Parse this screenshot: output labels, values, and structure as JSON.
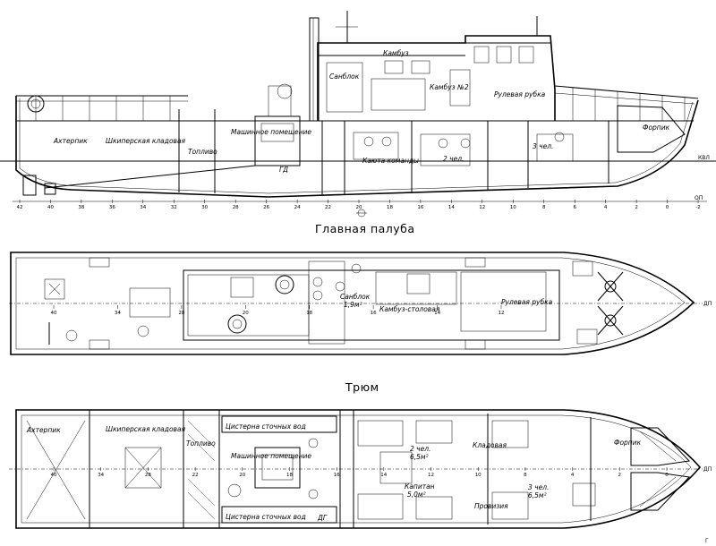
{
  "titles": {
    "main_deck": "Главная палуба",
    "hold": "Трюм"
  },
  "side_markers": {
    "kvl": "КВЛ",
    "op": "ОП",
    "dp1": "ДП",
    "dp2": "ДП",
    "g": "Г"
  },
  "profile_labels": {
    "aftpeak": "Ахтерпик",
    "skipper": "Шкиперская кладовая",
    "fuel": "Топливо",
    "engine_room": "Машинное помещение",
    "sanblok": "Санблок",
    "kombuz": "Камбуз",
    "kombuz_no2": "Камбуз №2",
    "wheelhouse": "Рулевая рубка",
    "crew_cabin": "Каюта команды",
    "two_person": "2 чел.",
    "three_person": "3 чел.",
    "forepeak": "Форпик",
    "gd": "ГД"
  },
  "deck_labels": {
    "sanblok": "Санблок",
    "sanblok_area": "1,9м²",
    "kombuz_stolovaya": "Камбуз-столовая",
    "wheelhouse": "Рулевая рубка"
  },
  "hold_labels": {
    "aftpeak": "Ахтерпик",
    "skipper": "Шкиперская кладовая",
    "fuel": "Топливо",
    "tank_top": "Цистерна сточных вод",
    "engine_room": "Машинное помещение",
    "tank_bottom": "Цистерна сточных вод",
    "two_person": "2 чел.",
    "two_person_area": "6,5м²",
    "captain": "Капитан",
    "captain_area": "5,0м²",
    "three_person": "3 чел.",
    "three_person_area": "6,5м²",
    "storage": "Кладовая",
    "passage": "Провизия",
    "forepeak": "Форпик",
    "dg": "ДГ"
  },
  "frame_scale": {
    "top": [
      "42",
      "40",
      "38",
      "36",
      "34",
      "32",
      "30",
      "28",
      "26",
      "24",
      "22",
      "20",
      "18",
      "16",
      "14",
      "12",
      "10",
      "8",
      "6",
      "4",
      "2",
      "0",
      "-2"
    ],
    "middle": [
      "40",
      "34",
      "28",
      "20",
      "18",
      "16",
      "14",
      "12"
    ],
    "bottom": [
      "40",
      "34",
      "28",
      "22",
      "20",
      "18",
      "16",
      "14",
      "12",
      "10",
      "8",
      "4",
      "2",
      "0"
    ]
  }
}
